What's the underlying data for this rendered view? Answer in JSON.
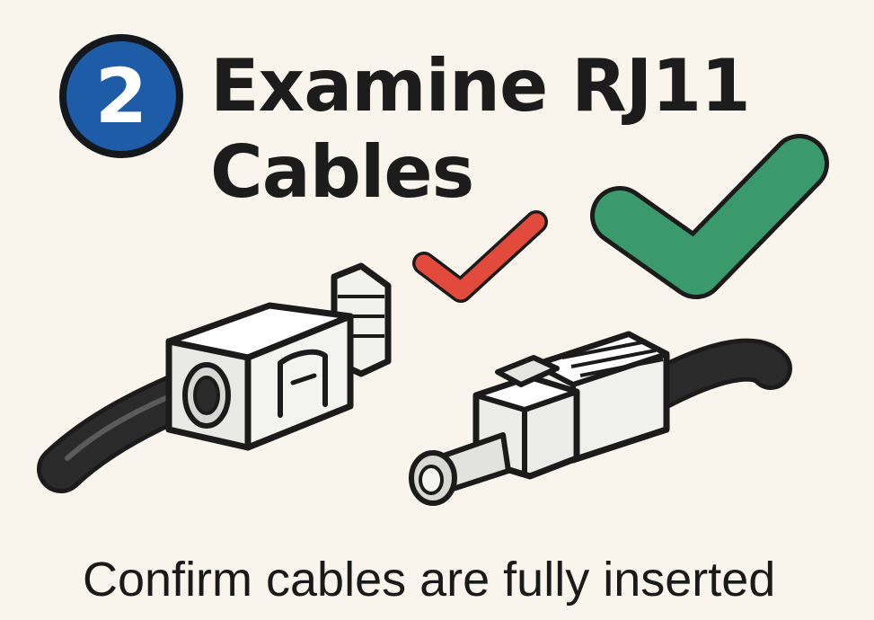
{
  "step": {
    "number": "2",
    "badge_color": "#1e5ca8"
  },
  "title": {
    "line1": "Examine RJ11",
    "line2": "Cables"
  },
  "caption": "Confirm cables are fully inserted",
  "marks": {
    "small_check_icon": "check-icon",
    "small_check_color": "#e24a3b",
    "large_check_icon": "check-icon",
    "large_check_color": "#3a9a6c"
  },
  "connectors": {
    "left_icon": "rj11-plug-icon",
    "right_icon": "rj11-plug-icon",
    "cable_color": "#2a2a2a",
    "plug_color": "#f2f2ef"
  }
}
